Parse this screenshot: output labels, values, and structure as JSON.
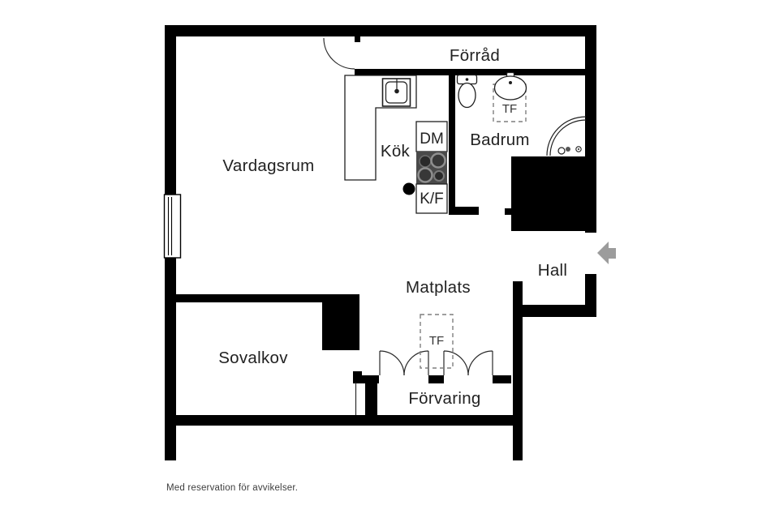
{
  "plan": {
    "labels": {
      "vardagsrum": "Vardagsrum",
      "kok": "Kök",
      "forrad": "Förråd",
      "badrum": "Badrum",
      "hall": "Hall",
      "matplats": "Matplats",
      "sovalkov": "Sovalkov",
      "forvaring": "Förvaring",
      "dm": "DM",
      "kf": "K/F",
      "tf_badrum": "TF",
      "tf_forvaring": "TF"
    },
    "disclaimer": "Med reservation för avvikelser.",
    "colors": {
      "wall": "#000000",
      "background": "#ffffff",
      "entrance_arrow": "#9c9c9c",
      "stove": "#4a4a4a",
      "text": "#222222",
      "dashed_box": "#7f7f7f"
    },
    "icons": {
      "entrance_arrow": "left-arrow",
      "door": "quarter-circle-swing",
      "window": "lined-rect",
      "sink": "square-basin",
      "washbasin": "oval-basin",
      "toilet": "tank-and-bowl",
      "shower": "corner-quarter-arc",
      "stove": "four-burners"
    }
  }
}
